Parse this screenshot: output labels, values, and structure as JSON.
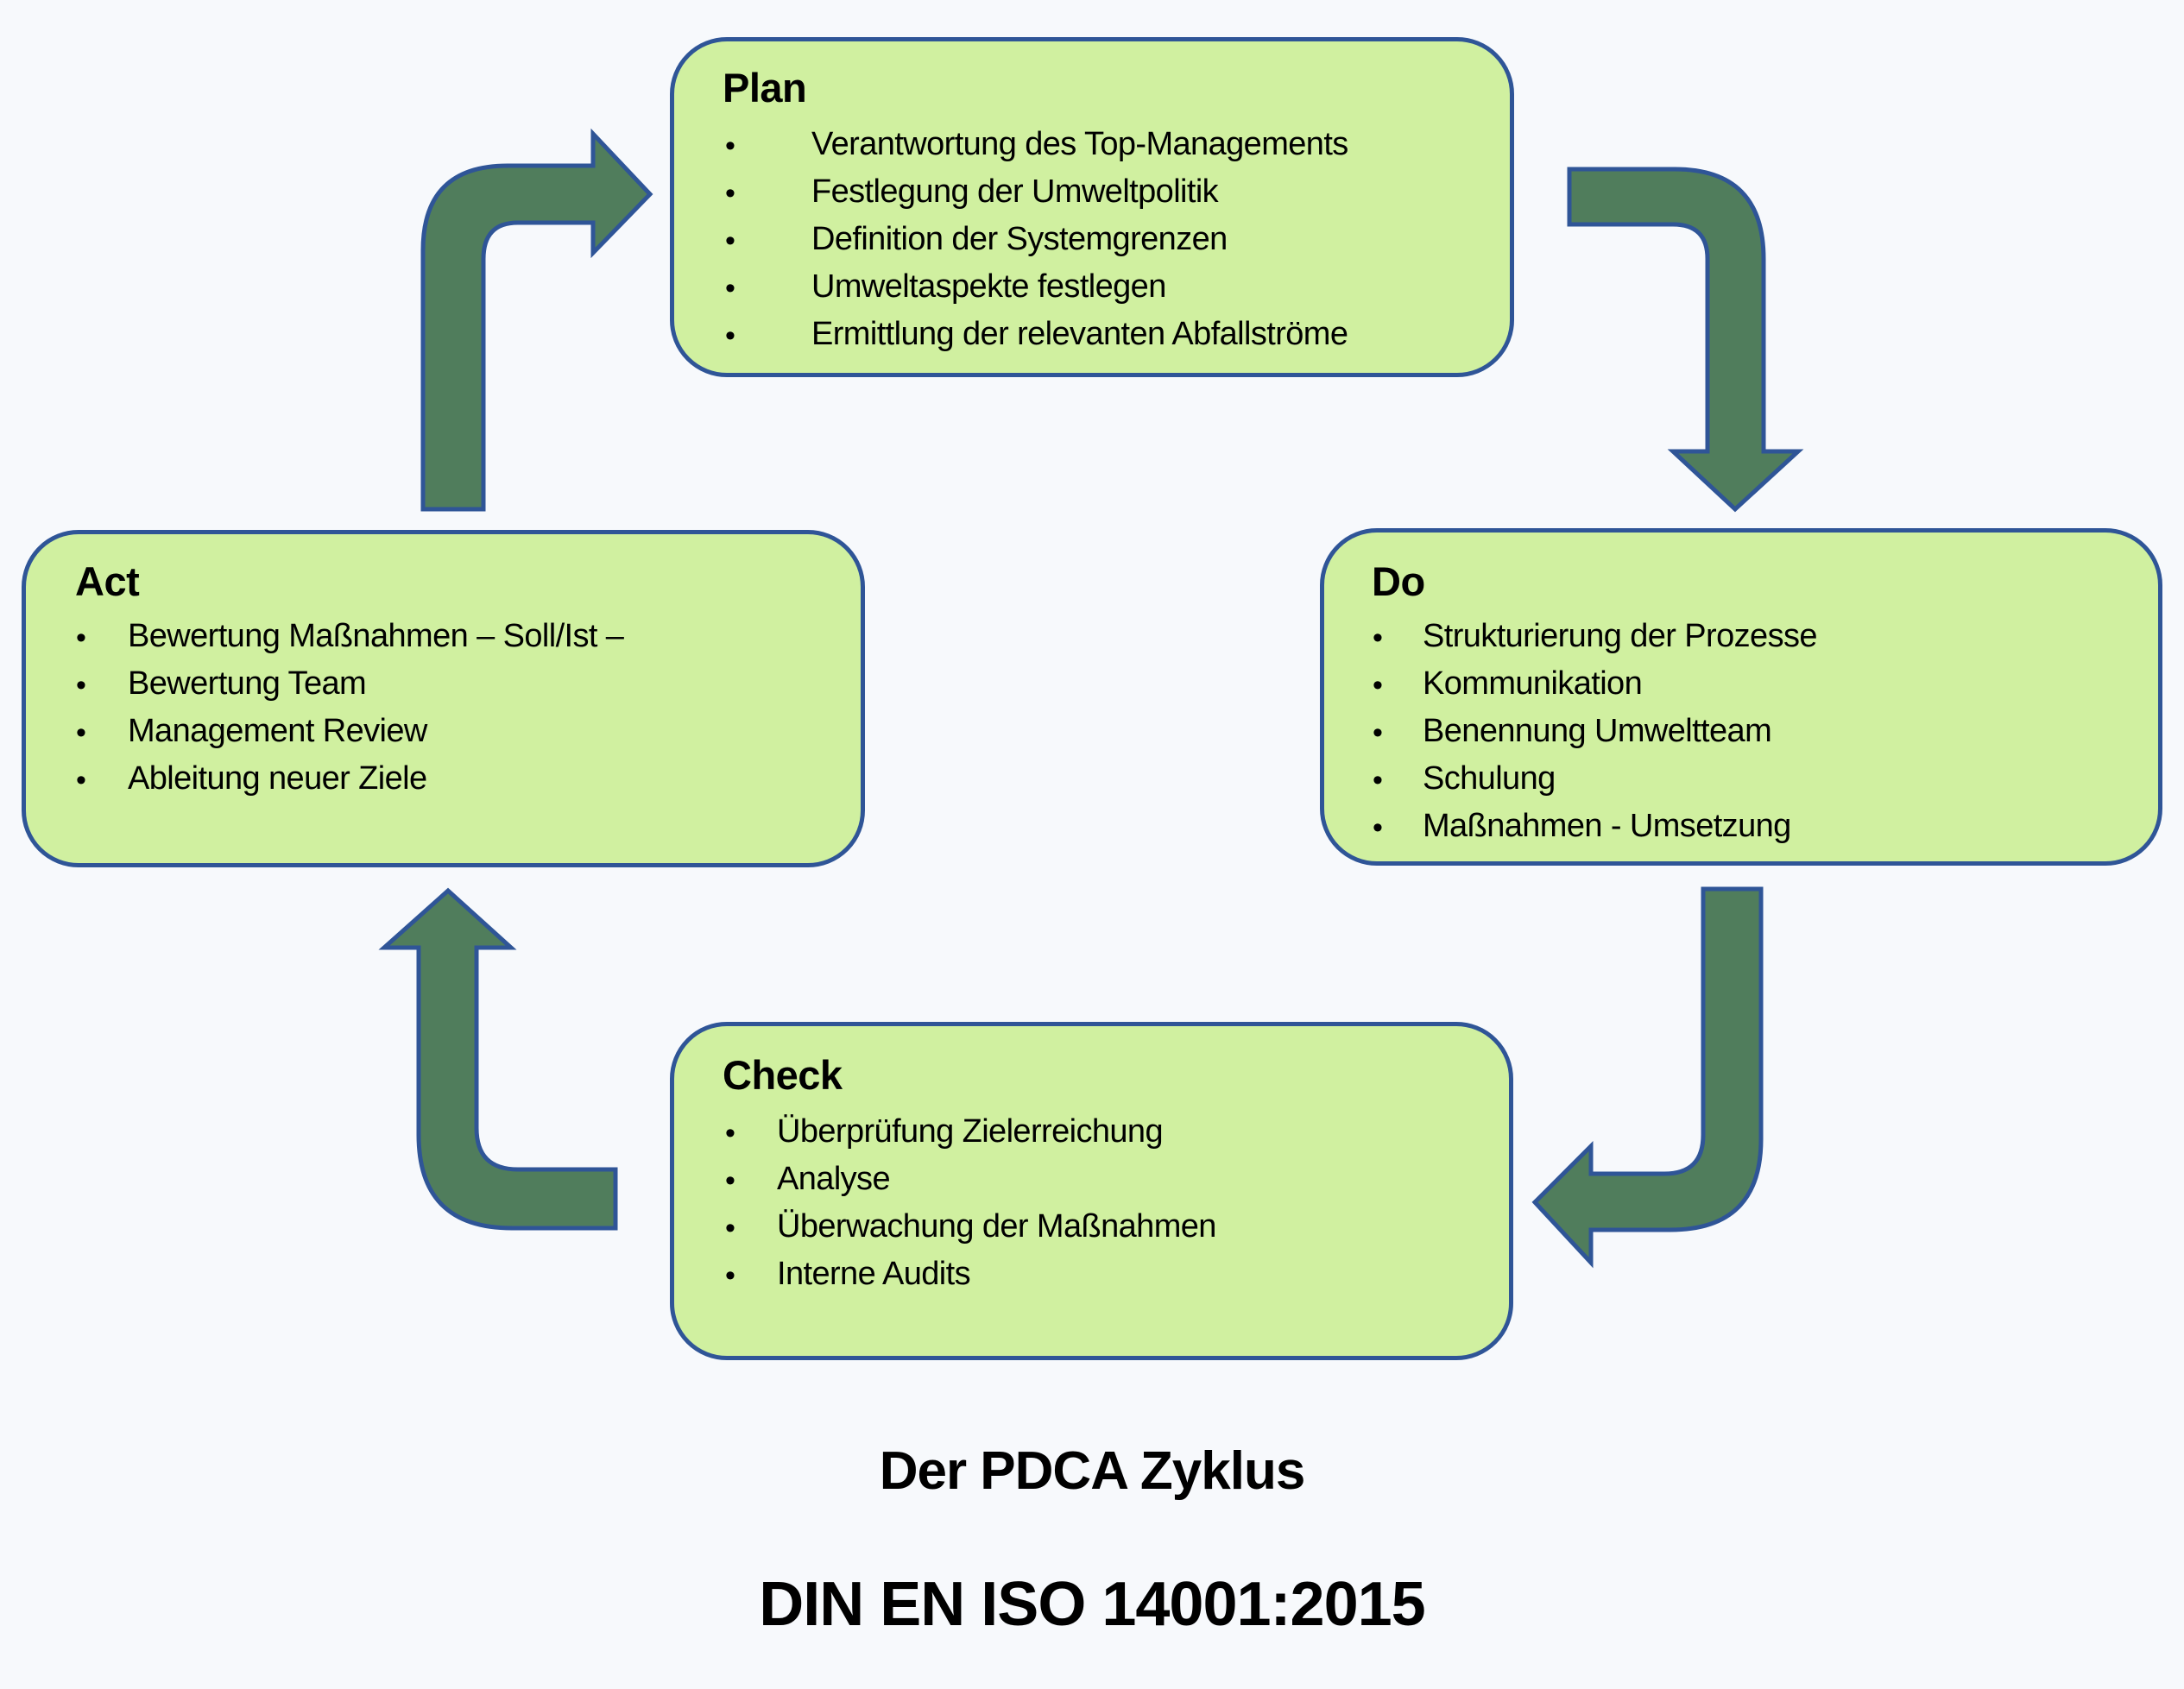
{
  "diagram": {
    "colors": {
      "box_fill": "#d0f0a0",
      "box_border": "#2f5597",
      "arrow_fill": "#507d5c",
      "arrow_border": "#2f5597",
      "background": "#f7f9fc"
    },
    "phases": {
      "plan": {
        "title": "Plan",
        "items": [
          "Verantwortung des Top-Managements",
          "Festlegung der Umweltpolitik",
          "Definition der Systemgrenzen",
          "Umweltaspekte festlegen",
          "Ermittlung der relevanten Abfallströme"
        ]
      },
      "do": {
        "title": "Do",
        "items": [
          "Strukturierung der Prozesse",
          "Kommunikation",
          "Benennung Umweltteam",
          "Schulung",
          "Maßnahmen - Umsetzung"
        ]
      },
      "check": {
        "title": "Check",
        "items": [
          "Überprüfung Zielerreichung",
          "Analyse",
          "Überwachung der Maßnahmen",
          "Interne Audits"
        ]
      },
      "act": {
        "title": "Act",
        "items": [
          "Bewertung Maßnahmen – Soll/Ist –",
          "Bewertung Team",
          "Management Review",
          "Ableitung neuer Ziele"
        ]
      }
    },
    "bullet": "•",
    "flow": [
      "Plan",
      "Do",
      "Check",
      "Act"
    ],
    "caption": "Der PDCA Zyklus",
    "standard": "DIN EN ISO 14001:2015"
  }
}
